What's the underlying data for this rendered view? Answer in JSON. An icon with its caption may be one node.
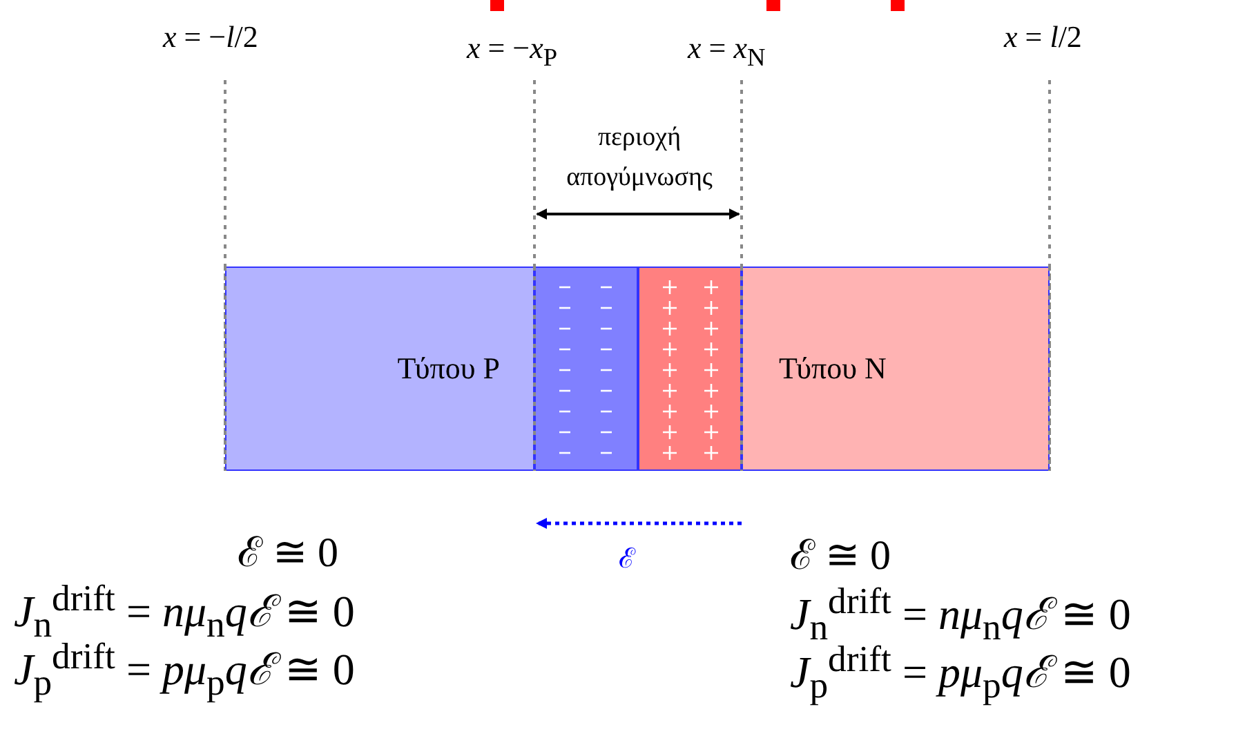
{
  "diagram": {
    "nodes": [
      {
        "text": [
          "Τύπου P"
        ]
      },
      {
        "text": [],
        "shape": "box"
      },
      {
        "text": [],
        "shape": "box"
      },
      {
        "text": [
          "Τύπου N"
        ]
      }
    ],
    "labels": [
      "*x* = −*l*/2",
      "*x* = −*x*$_{P}$",
      "*x* = *x*$_{N}$",
      "*x* = *l*/2",
      "περιοχή απογύμνωσης",
      "ℰ",
      "ℰ ≅ 0",
      "*J*$_{n}$$^{drift}$ = *nμ*$_{n}$*qℰ* ≅ 0",
      "*J*$_{p}$$^{drift}$ = *pμ*$_{p}$*qℰ* ≅ 0",
      "ℰ ≅ 0",
      "*J*$_{n}$$^{drift}$ = *nμ*$_{n}$*qℰ* ≅ 0",
      "*J*$_{p}$$^{drift}$ = *pμ*$_{p}$*qℰ* ≅ 0"
    ]
  }
}
